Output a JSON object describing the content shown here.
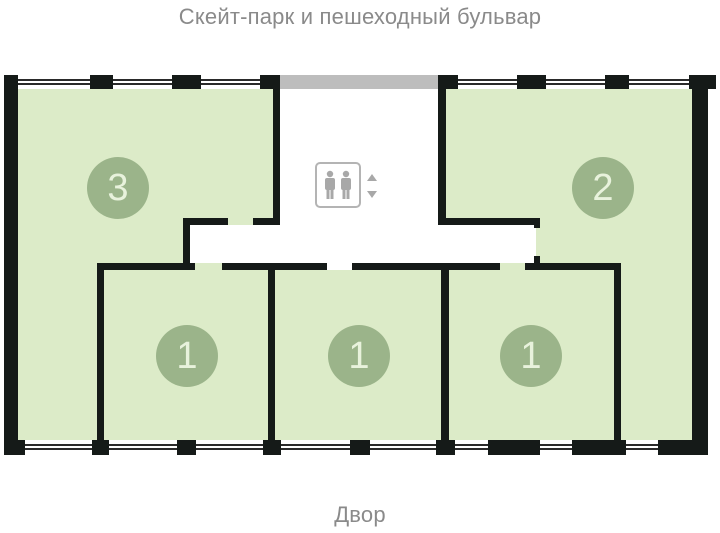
{
  "labels": {
    "top": "Скейт-парк и пешеходный бульвар",
    "bottom": "Двор"
  },
  "rooms": [
    {
      "id": "room-left",
      "rooms_count": "3"
    },
    {
      "id": "room-right",
      "rooms_count": "2"
    },
    {
      "id": "room-bottom-1",
      "rooms_count": "1"
    },
    {
      "id": "room-bottom-2",
      "rooms_count": "1"
    },
    {
      "id": "room-bottom-3",
      "rooms_count": "1"
    }
  ],
  "icons": {
    "elevator": "elevator-icon",
    "updown": "up-down-arrows-icon"
  },
  "colors": {
    "room_fill": "#dcebc8",
    "badge_fill": "#9bb48a",
    "badge_text": "#e8f2dc",
    "wall": "#151a18",
    "label_text": "#8a8a8a",
    "entrance_gray": "#bdbdbd"
  }
}
